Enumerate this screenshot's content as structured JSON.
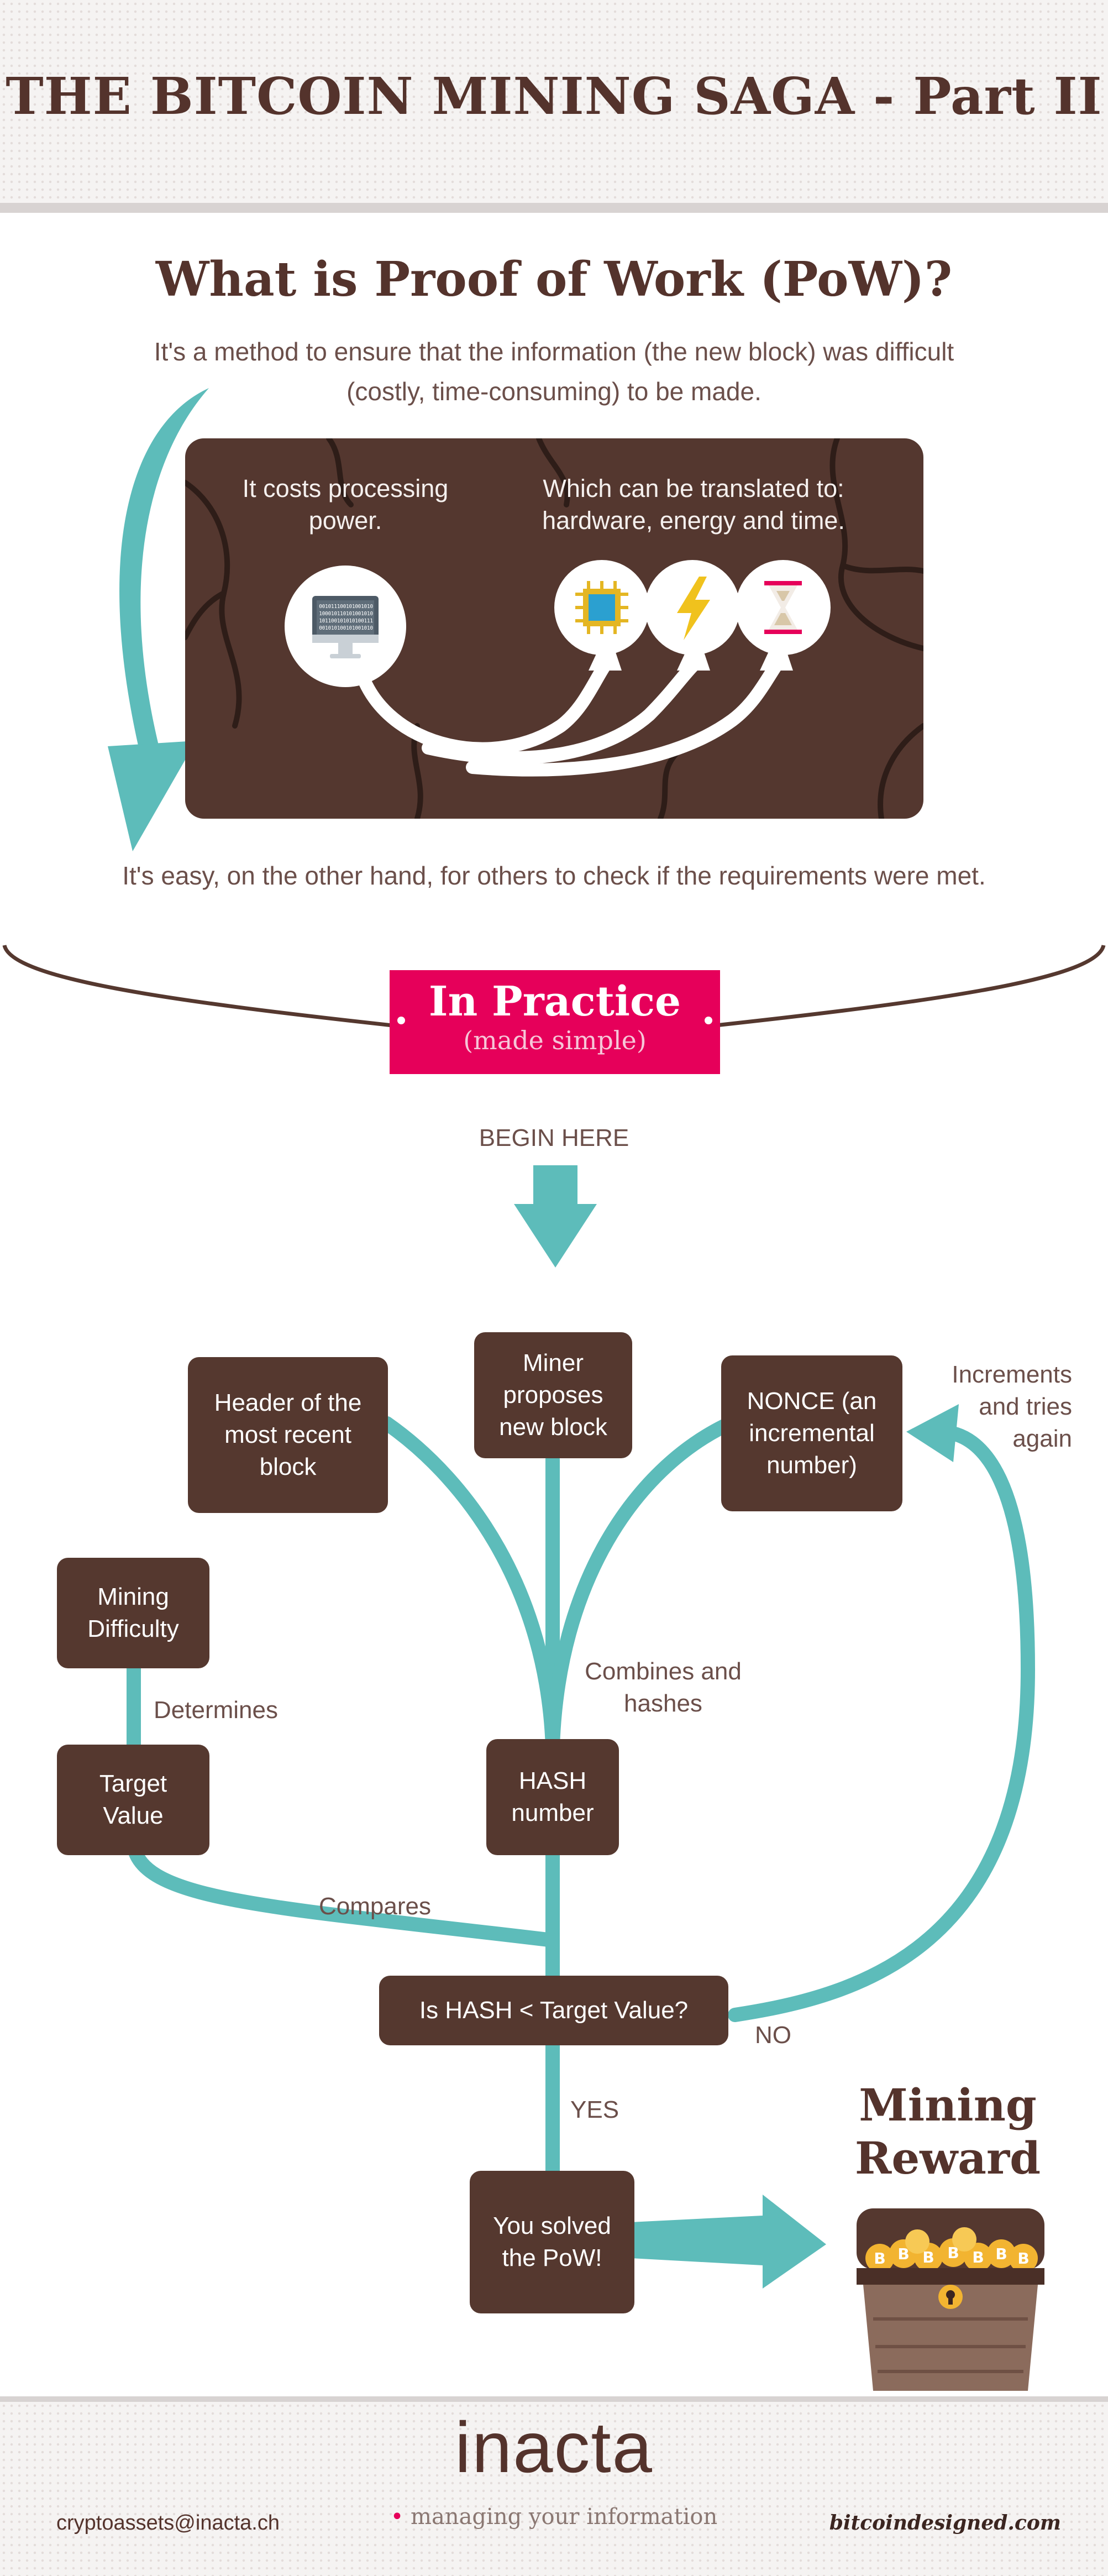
{
  "header": {
    "title": "THE BITCOIN MINING SAGA  - Part II"
  },
  "pow": {
    "heading": "What is Proof of Work (PoW)?",
    "definition_line1": "It's a method to ensure that the information (the new block) was difficult",
    "definition_line2": "(costly, time-consuming) to be made.",
    "panel_left_line1": "It costs processing",
    "panel_left_line2": "power.",
    "panel_right_line1": "Which can be translated to:",
    "panel_right_line2": "hardware, energy and time.",
    "binary_line1": "001011100101001010",
    "binary_line2": "100010110101001010",
    "binary_line3": "101100101010100111",
    "binary_line4": "001010100101001010",
    "check_text": "It's easy, on the other hand, for others to check if the requirements were met.",
    "icons": [
      "monitor-icon",
      "processor-icon",
      "lightning-icon",
      "hourglass-icon"
    ]
  },
  "practice": {
    "title": "In Practice",
    "subtitle": "(made simple)",
    "begin": "BEGIN HERE"
  },
  "flow": {
    "header_box": "Header of the most recent block",
    "miner_box": "Miner proposes new block",
    "nonce_box": "NONCE (an incremental number)",
    "increments_label": "Increments and tries again",
    "difficulty_box": "Mining Difficulty",
    "determines_label": "Determines",
    "target_box": "Target Value",
    "combines_label": "Combines and hashes",
    "hash_box": "HASH number",
    "compares_label": "Compares",
    "decision_box": "Is HASH < Target Value?",
    "no_label": "NO",
    "yes_label": "YES",
    "solved_box": "You solved the PoW!",
    "reward_title": "Mining Reward"
  },
  "footer": {
    "brand": "inacta",
    "tagline": "managing your information",
    "email": "cryptoassets@inacta.ch",
    "site": "bitcoindesigned.com"
  },
  "colors": {
    "teal": "#5dbcba",
    "brown": "#55382f",
    "pink": "#e6005a",
    "text": "#6b4f4a"
  }
}
